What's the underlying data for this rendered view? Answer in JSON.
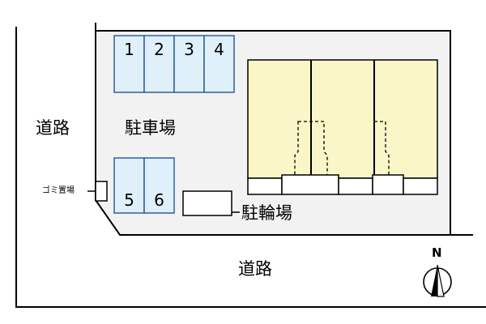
{
  "labels": {
    "road_west": "道路",
    "road_south": "道路",
    "parking_lot": "駐車場",
    "bicycle_parking": "駐輪場",
    "garbage_area": "ゴミ置場"
  },
  "parking_spaces": {
    "top_row": [
      "1",
      "2",
      "3",
      "4"
    ],
    "bottom_row": [
      "5",
      "6"
    ]
  },
  "compass": {
    "north_label": "N"
  },
  "colors": {
    "parking_fill": "#dff0fb",
    "parking_stroke": "#2f5f9f",
    "lot_fill": "#f2f2f2",
    "building_fill": "#fbf6c8",
    "outline": "#000000"
  }
}
